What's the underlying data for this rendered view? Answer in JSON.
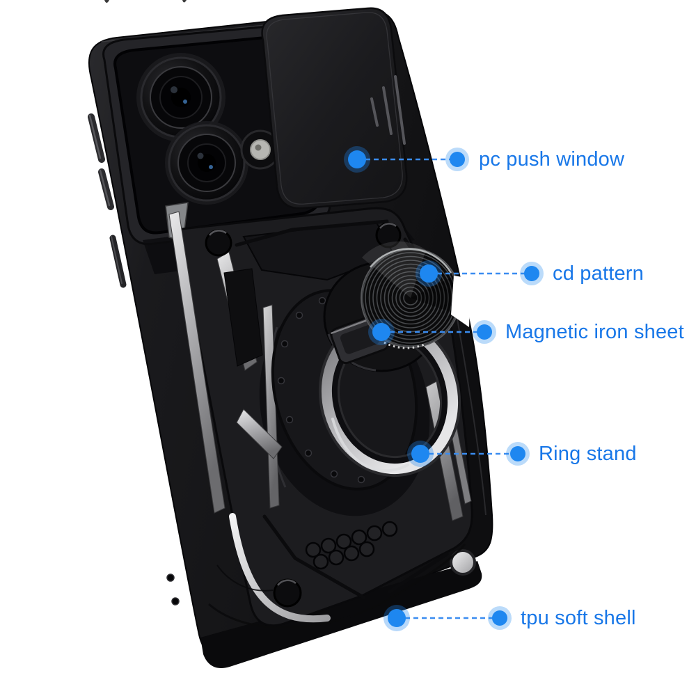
{
  "figure": {
    "kind": "annotated product image",
    "subject": "rugged armor phone case with sliding camera cover, cd-pattern magnetic ring kickstand",
    "background_color": "#ffffff"
  },
  "style": {
    "accent_blue": "#1877e8",
    "dot_blue": "#1e87f0",
    "halo_blue": "#1e87f0",
    "line_blue": "#3a8cf0",
    "case_black": "#18181a",
    "silver": "#c6c6c8"
  },
  "callouts": [
    {
      "id": "pc-push-window",
      "label": "pc push window"
    },
    {
      "id": "cd-pattern",
      "label": "cd pattern"
    },
    {
      "id": "magnetic-iron-sheet",
      "label": "Magnetic iron sheet"
    },
    {
      "id": "ring-stand",
      "label": "Ring stand"
    },
    {
      "id": "tpu-soft-shell",
      "label": "tpu soft shell"
    }
  ]
}
